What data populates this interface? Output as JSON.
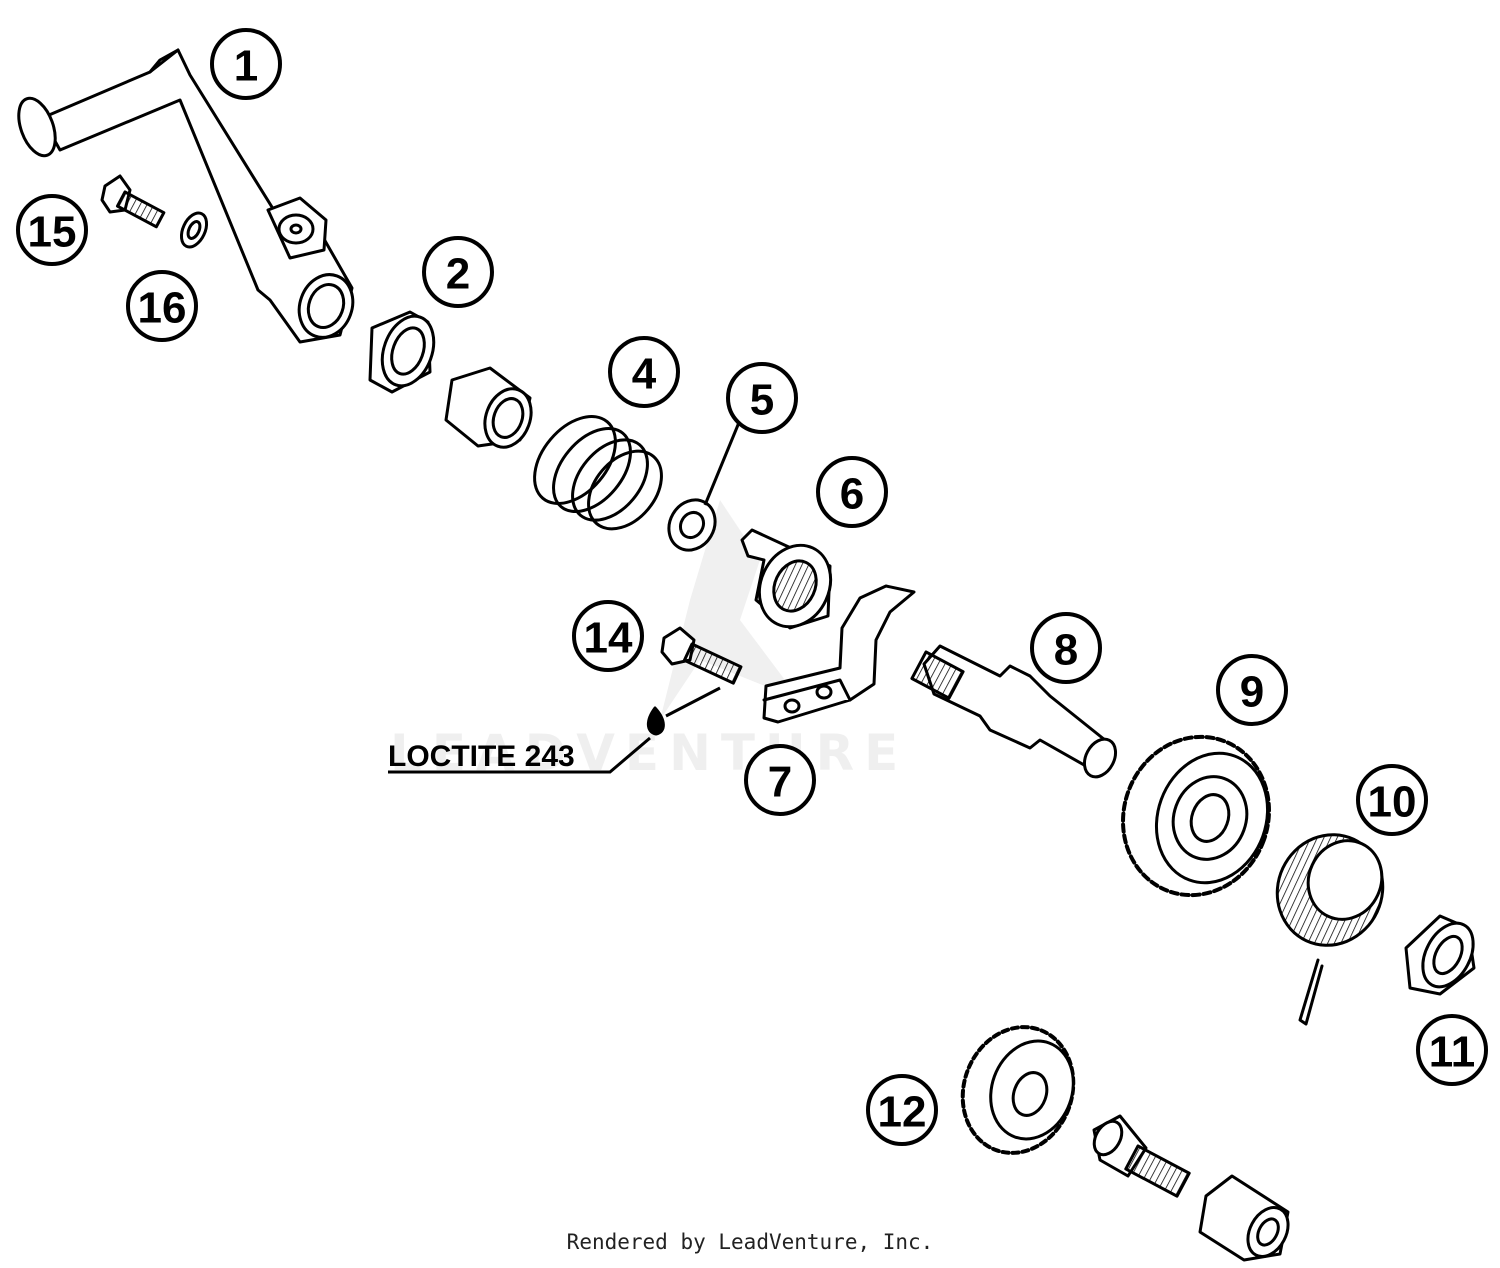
{
  "callouts": {
    "c1": "1",
    "c2": "2",
    "c4": "4",
    "c5": "5",
    "c6": "6",
    "c7": "7",
    "c8": "8",
    "c9": "9",
    "c10": "10",
    "c11": "11",
    "c12": "12",
    "c14": "14",
    "c15": "15",
    "c16": "16"
  },
  "loctite_label": "LOCTITE 243",
  "watermark": "LEADVENTURE",
  "footer": "Rendered by LeadVenture, Inc."
}
